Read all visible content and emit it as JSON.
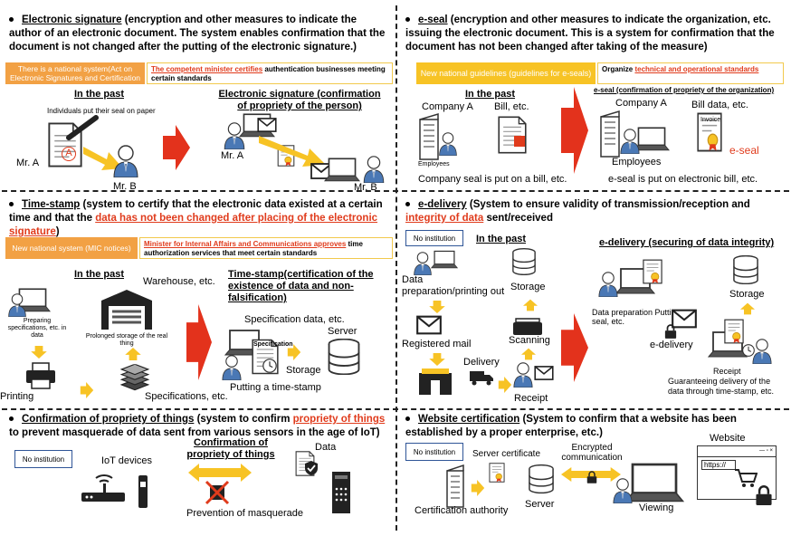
{
  "s1": {
    "title": "Electronic signature",
    "desc": " (encryption and other measures to indicate the author of an electronic document. The system enables confirmation that the document is not changed after the putting of the electronic signature.)",
    "basis": "There is a national system(Act on Electronic Signatures and Certification",
    "note_red": "The competent minister certifies",
    "note_rest": " authentication businesses meeting certain standards",
    "past": "In the past",
    "seal_caption": "Individuals put their seal on paper",
    "sig_label": "Electronic signature (confirmation of propriety of the person)",
    "mr_a": "Mr. A",
    "mr_b": "Mr. B",
    "seal_char": "A"
  },
  "s2": {
    "title": "e-seal",
    "desc": " (encryption and other measures to indicate the organization, etc. issuing the electronic document. This is a system for confirmation that the document has not been changed after taking of the measure)",
    "basis": "New national guidelines (guidelines for e-seals)",
    "note_pre": "Organize ",
    "note_red": "technical and operational standards",
    "past": "In the past",
    "eseal_label": "e-seal (confirmation of propriety of the organization)",
    "company_a": "Company A",
    "bill": "Bill, etc.",
    "employees": "Employees",
    "company_a2": "Company A",
    "bill_data": "Bill data, etc.",
    "employees2": "Employees",
    "eseal_tag": "e-seal",
    "invoice": "Invoice",
    "caption_left": "Company seal is put on a bill, etc.",
    "caption_right": "e-seal is put on electronic bill, etc."
  },
  "s3": {
    "title": "Time-stamp",
    "desc_a": " (system to certify that the electronic data existed at a certain time and that the ",
    "desc_red": "data has not been changed after placing of the electronic signature",
    "desc_b": ")",
    "basis": "New national system (MIC notices)",
    "note_red": "Minister for Internal Affairs and Communications approves",
    "note_rest": " time authorization services that meet certain standards",
    "past": "In the past",
    "warehouse": "Warehouse, etc.",
    "ts_label": "Time-stamp(certification of the existence of data and non-falsification)",
    "preparing": "Preparing specifications, etc. in data",
    "prolonged": "Prolonged storage of the real thing",
    "spec_data": "Specification data, etc.",
    "server": "Server",
    "storage": "Storage",
    "printing": "Printing",
    "specs": "Specifications, etc.",
    "putting": "Putting a time-stamp",
    "spec_tag": "Specification"
  },
  "s4": {
    "title": "e-delivery",
    "desc_a": " (System to ensure validity of transmission/reception and ",
    "desc_red": "integrity of data",
    "desc_b": " sent/received",
    "no_institution": "No institution",
    "past": "In the past",
    "edel_label": "e-delivery (securing of data integrity)",
    "data_prep": "Data preparation/printing out",
    "storage": "Storage",
    "registered": "Registered mail",
    "scanning": "Scanning",
    "delivery": "Delivery",
    "receipt": "Receipt",
    "data_prep2": "Data preparation Putting e-seal, etc.",
    "storage2": "Storage",
    "edelivery": "e-delivery",
    "receipt2": "Receipt",
    "guarantee": "Guaranteeing delivery of the data through time-stamp, etc."
  },
  "s5": {
    "title": "Confirmation of propriety of things",
    "desc_a": " (system to confirm ",
    "desc_red": "propriety of things",
    "desc_b": " to prevent masquerade of data sent from various sensors in the age of IoT)",
    "no_institution": "No institution",
    "iot": "IoT devices",
    "conf_label": "Confirmation of propriety of things",
    "data": "Data",
    "prevention": "Prevention of masquerade"
  },
  "s6": {
    "title": "Website certification",
    "desc": " (System to confirm that a website has been established by a proper enterprise, etc.)",
    "no_institution": "No institution",
    "server_cert": "Server certificate",
    "encrypted": "Encrypted communication",
    "website": "Website",
    "url": "https://",
    "cert_auth": "Certification authority",
    "server": "Server",
    "viewing": "Viewing"
  },
  "colors": {
    "red_arrow": "#e3321c",
    "orange": "#f2a144",
    "gold": "#f7c325",
    "blue_person": "#4a78b5",
    "accent_red": "#e03b1c"
  }
}
